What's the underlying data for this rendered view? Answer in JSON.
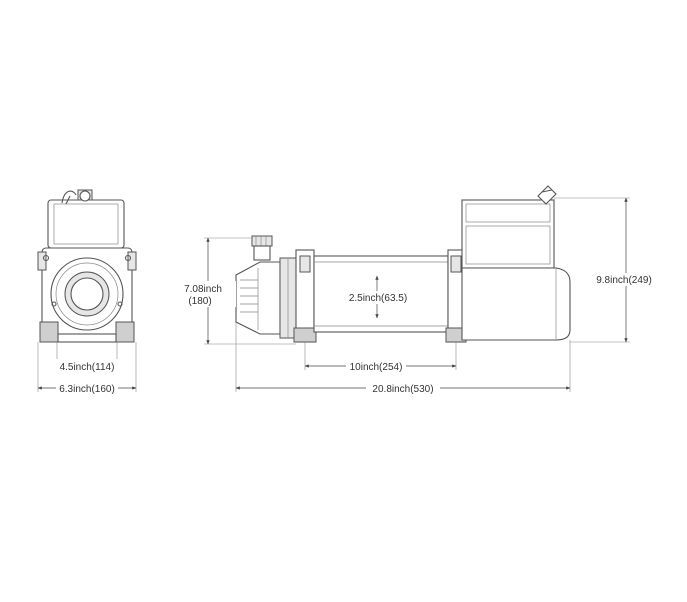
{
  "dimensions": {
    "front_inner_width": "4.5inch(114)",
    "front_outer_width": "6.3inch(160)",
    "side_height_line1": "7.08inch",
    "side_height_line2": "(180)",
    "drum_diameter": "2.5inch(63.5)",
    "drum_length": "10inch(254)",
    "overall_length": "20.8inch(530)",
    "overall_height": "9.8inch(249)"
  },
  "colors": {
    "outline": "#555555",
    "dimension_line": "#444444",
    "text": "#333333"
  }
}
